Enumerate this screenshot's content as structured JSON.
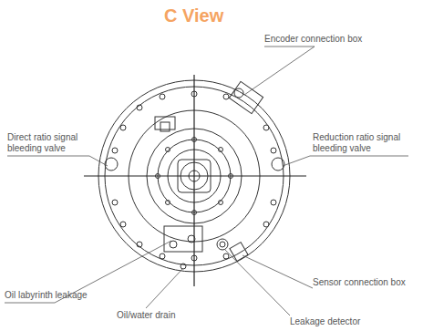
{
  "diagram": {
    "title": "C View",
    "labels": [
      "Encoder connection box",
      "Direct ratio signal bleeding valve",
      "Reduction ratio signal bleeding valve",
      "Oil labyrinth leakage",
      "Oil/water drain",
      "Sensor connection box",
      "Leakage detector"
    ]
  }
}
